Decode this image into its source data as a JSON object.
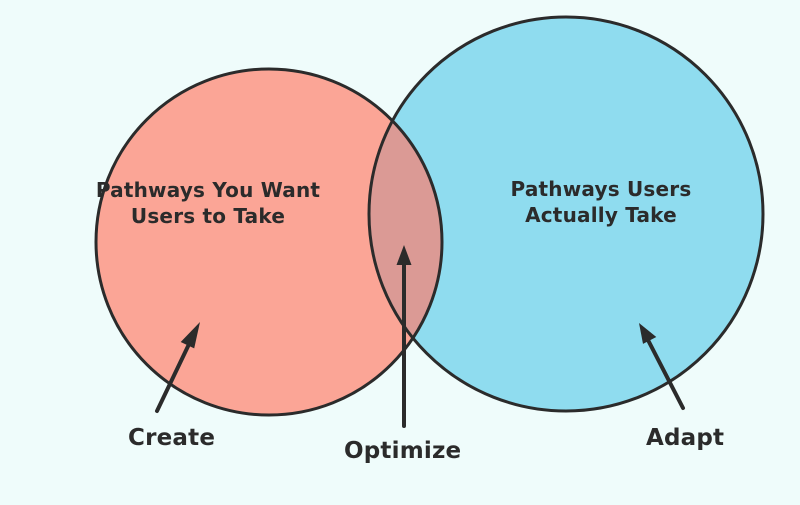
{
  "diagram": {
    "left_circle": {
      "label": "Pathways You Want Users to Take",
      "fill": "#fba596"
    },
    "right_circle": {
      "label": "Pathways Users Actually Take",
      "fill": "#8fdcef"
    },
    "overlap": {
      "fill": "#db9a95"
    },
    "actions": {
      "left": "Create",
      "center": "Optimize",
      "right": "Adapt"
    },
    "colors": {
      "background": "#effcfb",
      "stroke": "#2b2b2b"
    }
  }
}
